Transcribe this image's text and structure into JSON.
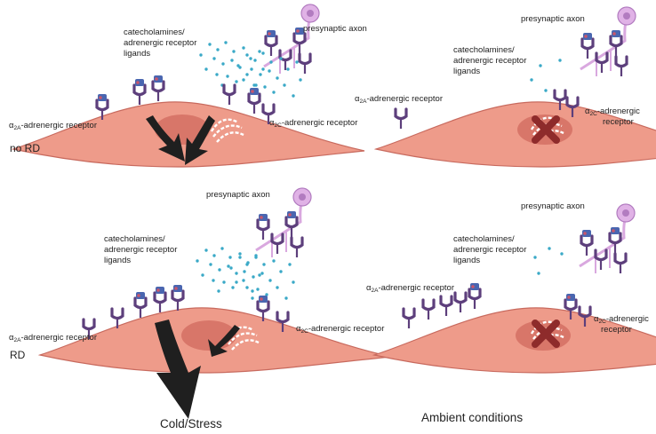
{
  "panels": {
    "tl": {
      "presynaptic_axon": "presynaptic axon",
      "ligands_line1": "catecholamines/",
      "ligands_line2": "adrenergic receptor",
      "ligands_line3": "ligands",
      "a2a_symbol": "α",
      "a2a_sub": "2A",
      "a2a_rest": "-adrenergic receptor",
      "a2c_symbol": "α",
      "a2c_sub": "2C",
      "a2c_rest": "-adrenergic receptor",
      "condition": "no RD"
    },
    "tr": {
      "presynaptic_axon": "presynaptic axon",
      "ligands_line1": "catecholamines/",
      "ligands_line2": "adrenergic receptor",
      "ligands_line3": "ligands",
      "a2a_symbol": "α",
      "a2a_sub": "2A",
      "a2a_rest": "-adrenergic receptor",
      "a2c_symbol": "α",
      "a2c_sub": "2C",
      "a2c_rest1": "-adrenergic",
      "a2c_rest2": "receptor"
    },
    "bl": {
      "presynaptic_axon": "presynaptic axon",
      "ligands_line1": "catecholamines/",
      "ligands_line2": "adrenergic receptor",
      "ligands_line3": "ligands",
      "a2a_symbol": "α",
      "a2a_sub": "2A",
      "a2a_rest": "-adrenergic receptor",
      "a2c_symbol": "α",
      "a2c_sub": "2C",
      "a2c_rest": "-adrenergic receptor",
      "condition": "RD"
    },
    "br": {
      "presynaptic_axon": "presynaptic axon",
      "ligands_line1": "catecholamines/",
      "ligands_line2": "adrenergic receptor",
      "ligands_line3": "ligands",
      "a2a_symbol": "α",
      "a2a_sub": "2A",
      "a2a_rest": "-adrenergic receptor",
      "a2c_symbol": "α",
      "a2c_sub": "2C",
      "a2c_rest1": "-adrenergic",
      "a2c_rest2": "receptor"
    }
  },
  "captions": {
    "left": "Cold/Stress",
    "right": "Ambient conditions"
  },
  "colors": {
    "cell_fill": "#ee9b8a",
    "cell_stroke": "#c86a5e",
    "nucleus": "#d87669",
    "receptor": "#5d3f7c",
    "ligand_head": "#4a66b0",
    "ligand_accent": "#c9566c",
    "dots": "#3aa9c7",
    "axon": "#d9a8df",
    "axon_dark": "#b27cc0",
    "arrow": "#1f1f1f",
    "cross": "#8e2b2b"
  },
  "icons": [
    "cell-icon",
    "nucleus-icon",
    "receptor-icon",
    "axon-icon",
    "arrow-icon",
    "cross-icon"
  ]
}
